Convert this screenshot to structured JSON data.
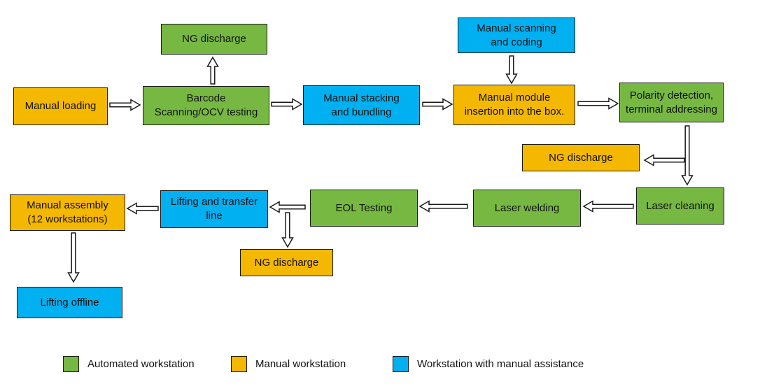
{
  "colors": {
    "automated": "#77b843",
    "manual": "#f5b800",
    "assisted": "#00b0f0"
  },
  "nodes": {
    "manual_loading": {
      "label": "Manual loading",
      "type": "manual"
    },
    "barcode_ocv": {
      "label": "Barcode\nScanning/OCV testing",
      "type": "automated"
    },
    "ng_discharge_1": {
      "label": "NG discharge",
      "type": "automated"
    },
    "manual_stacking": {
      "label": "Manual stacking\nand bundling",
      "type": "assisted"
    },
    "manual_scanning": {
      "label": "Manual scanning\nand coding",
      "type": "assisted"
    },
    "module_insertion": {
      "label": "Manual module\ninsertion into the box.",
      "type": "manual"
    },
    "polarity_detection": {
      "label": "Polarity detection,\nterminal addressing",
      "type": "automated"
    },
    "ng_discharge_2": {
      "label": "NG discharge",
      "type": "manual"
    },
    "laser_cleaning": {
      "label": "Laser cleaning",
      "type": "automated"
    },
    "laser_welding": {
      "label": "Laser welding",
      "type": "automated"
    },
    "eol_testing": {
      "label": "EOL Testing",
      "type": "automated"
    },
    "lifting_transfer": {
      "label": "Lifting and transfer\nline",
      "type": "assisted"
    },
    "ng_discharge_3": {
      "label": "NG discharge",
      "type": "manual"
    },
    "manual_assembly": {
      "label": "Manual assembly\n(12 workstations)",
      "type": "manual"
    },
    "lifting_offline": {
      "label": "Lifting offline",
      "type": "assisted"
    }
  },
  "edges": [
    {
      "from": "manual_loading",
      "to": "barcode_ocv"
    },
    {
      "from": "barcode_ocv",
      "to": "ng_discharge_1"
    },
    {
      "from": "barcode_ocv",
      "to": "manual_stacking"
    },
    {
      "from": "manual_stacking",
      "to": "module_insertion"
    },
    {
      "from": "manual_scanning",
      "to": "module_insertion"
    },
    {
      "from": "module_insertion",
      "to": "polarity_detection"
    },
    {
      "from": "polarity_detection",
      "to": "laser_cleaning"
    },
    {
      "from": "laser_cleaning",
      "to": "ng_discharge_2"
    },
    {
      "from": "laser_cleaning",
      "to": "laser_welding"
    },
    {
      "from": "laser_welding",
      "to": "eol_testing"
    },
    {
      "from": "eol_testing",
      "to": "lifting_transfer"
    },
    {
      "from": "eol_testing",
      "to": "ng_discharge_3"
    },
    {
      "from": "lifting_transfer",
      "to": "manual_assembly"
    },
    {
      "from": "manual_assembly",
      "to": "lifting_offline"
    }
  ],
  "legend": [
    {
      "label": "Automated workstation",
      "type": "automated"
    },
    {
      "label": "Manual workstation",
      "type": "manual"
    },
    {
      "label": "Workstation with manual assistance",
      "type": "assisted"
    }
  ]
}
